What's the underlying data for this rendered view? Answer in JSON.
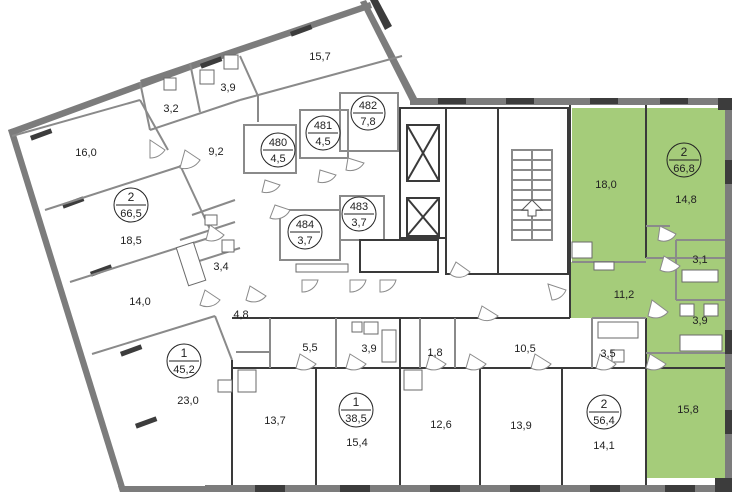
{
  "colors": {
    "highlight": "#a5cc7a",
    "wall": "#7c7c7c",
    "wall_dark": "#3c3c3c"
  },
  "rooms": {
    "r_15_7": "15,7",
    "r_3_9a": "3,9",
    "r_3_2": "3,2",
    "r_16_0": "16,0",
    "r_9_2": "9,2",
    "r_18_5": "18,5",
    "r_3_4": "3,4",
    "r_14_0a": "14,0",
    "r_4_8": "4,8",
    "r_23_0": "23,0",
    "r_5_5": "5,5",
    "r_3_9b": "3,9",
    "r_1_8": "1,8",
    "r_10_5": "10,5",
    "r_3_5": "3,5",
    "r_13_7": "13,7",
    "r_15_4": "15,4",
    "r_12_6": "12,6",
    "r_13_9": "13,9",
    "r_14_1": "14,1",
    "r_18_0": "18,0",
    "r_14_8": "14,8",
    "r_3_1": "3,1",
    "r_11_2": "11,2",
    "r_3_9c": "3,9",
    "r_15_8": "15,8"
  },
  "apartments": {
    "a_2_665": {
      "rooms": "2",
      "area": "66,5"
    },
    "a_1_452": {
      "rooms": "1",
      "area": "45,2"
    },
    "a_1_385": {
      "rooms": "1",
      "area": "38,5"
    },
    "a_2_564": {
      "rooms": "2",
      "area": "56,4"
    },
    "a_2_668": {
      "rooms": "2",
      "area": "66,8"
    }
  },
  "storage": {
    "s480": {
      "id": "480",
      "area": "4,5"
    },
    "s481": {
      "id": "481",
      "area": "4,5"
    },
    "s482": {
      "id": "482",
      "area": "7,8"
    },
    "s483": {
      "id": "483",
      "area": "3,7"
    },
    "s484": {
      "id": "484",
      "area": "3,7"
    }
  }
}
